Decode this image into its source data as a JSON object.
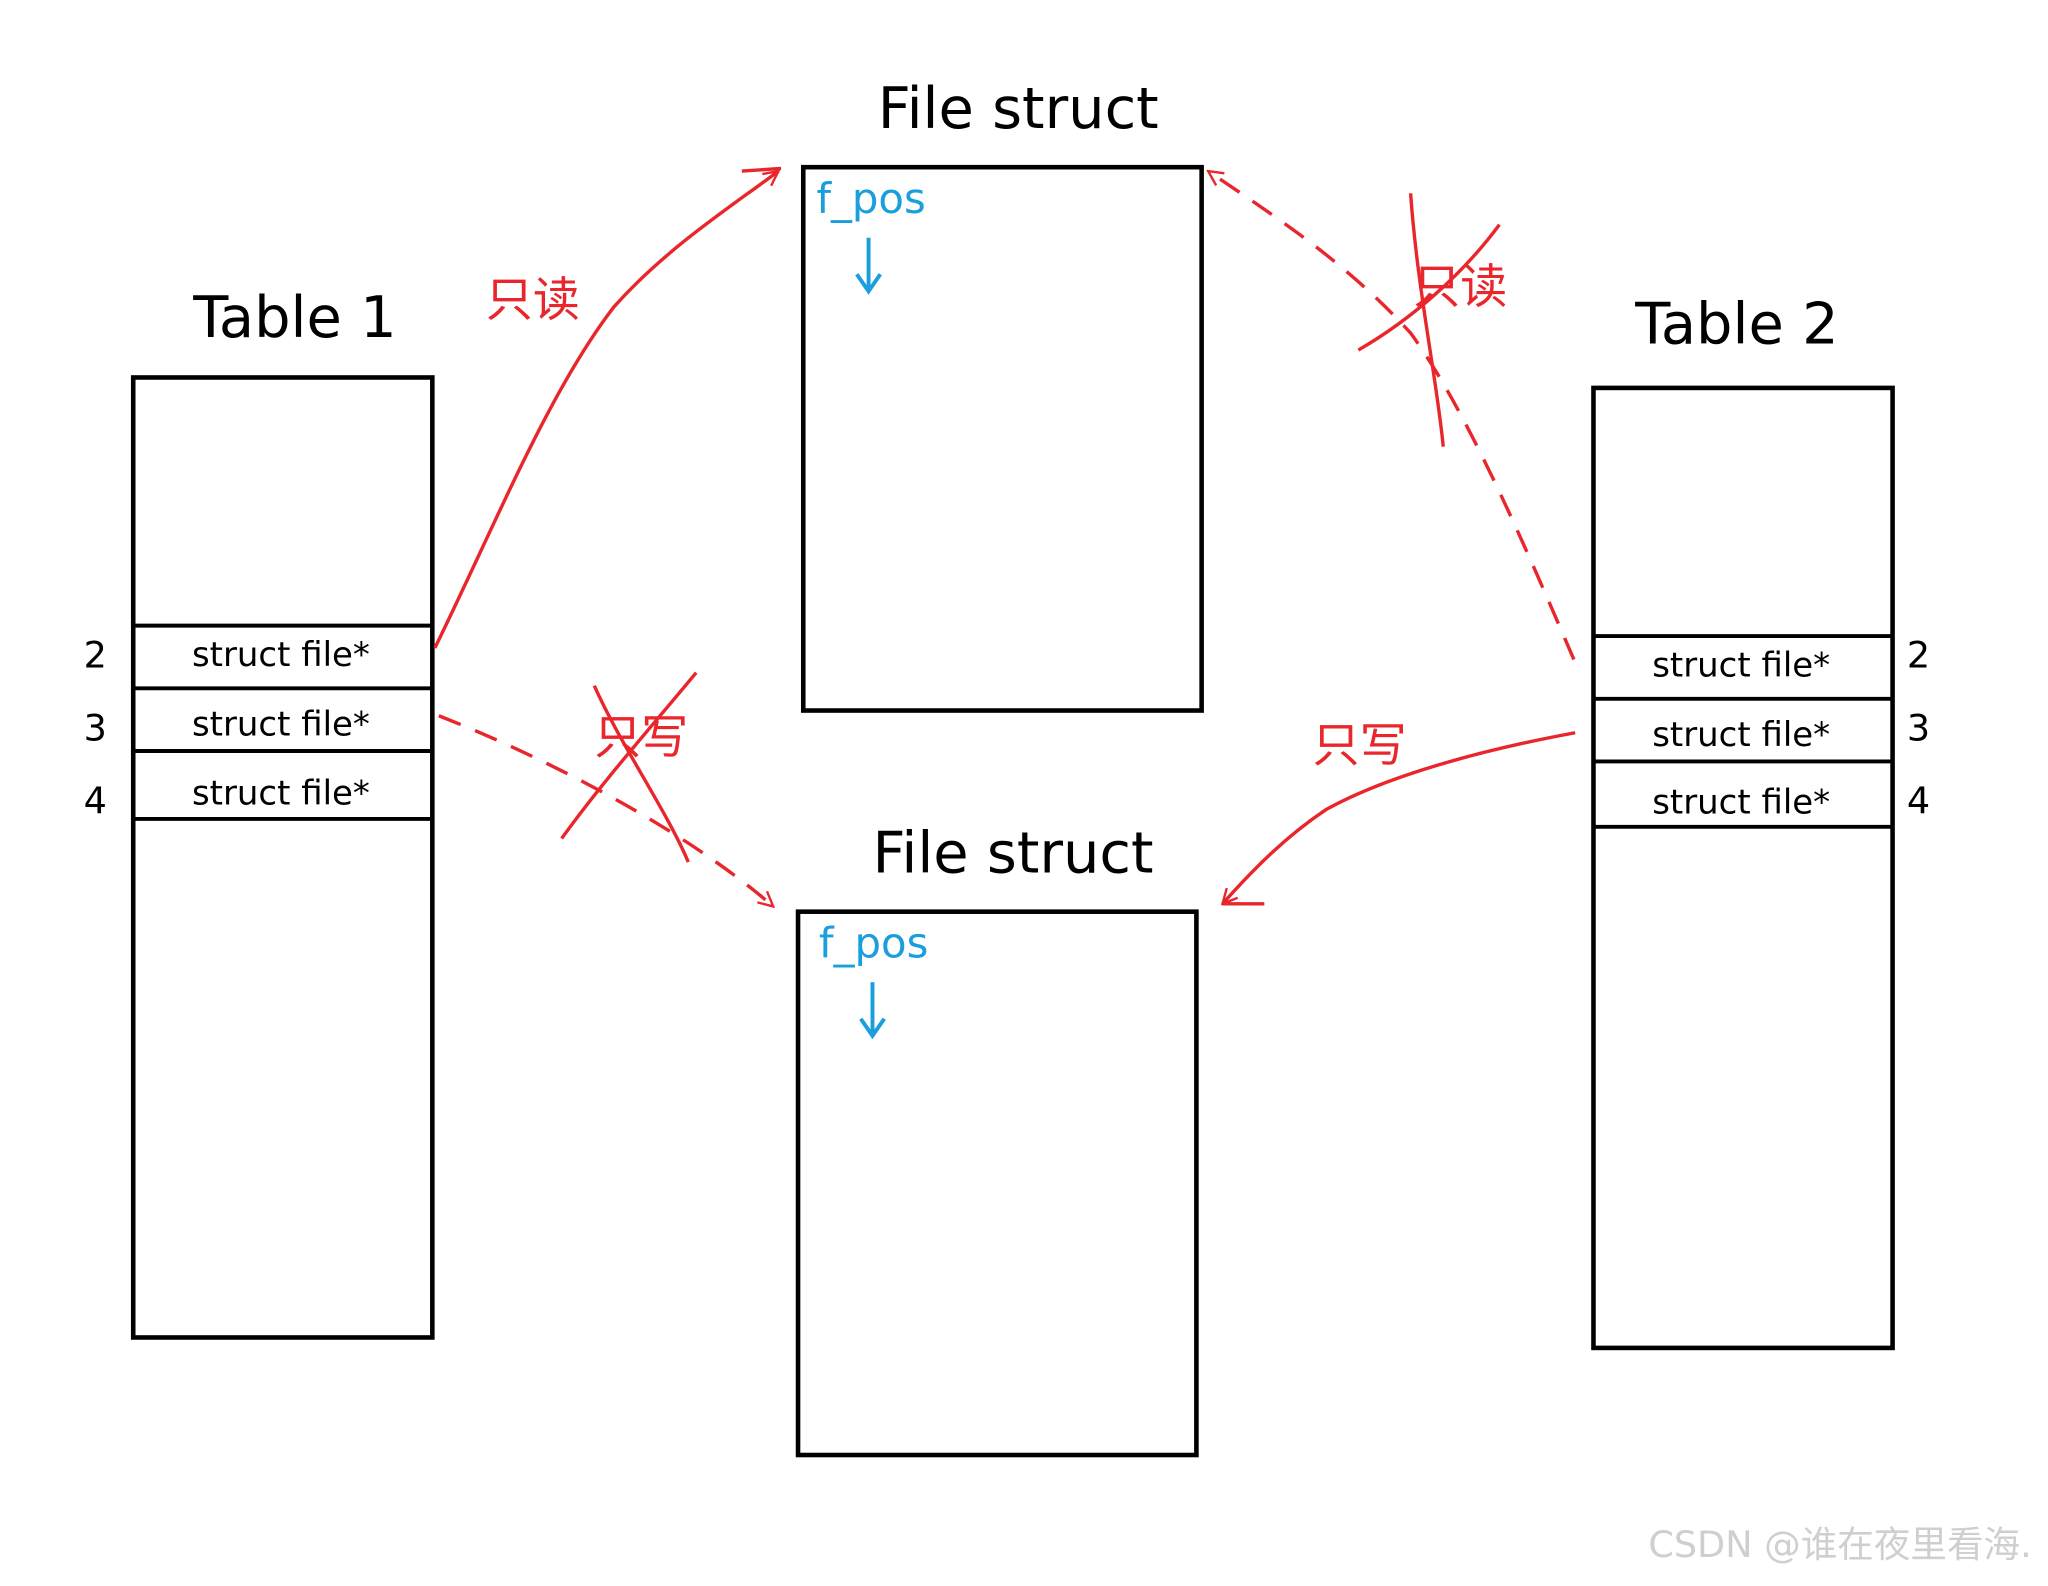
{
  "table1": {
    "title": "Table 1",
    "rows": [
      {
        "index": "2",
        "label": "struct file*"
      },
      {
        "index": "3",
        "label": "struct file*"
      },
      {
        "index": "4",
        "label": "struct file*"
      }
    ]
  },
  "table2": {
    "title": "Table 2",
    "rows": [
      {
        "index": "2",
        "label": "struct file*"
      },
      {
        "index": "3",
        "label": "struct file*"
      },
      {
        "index": "4",
        "label": "struct file*"
      }
    ]
  },
  "file_struct_top": {
    "title": "File struct",
    "field": "f_pos"
  },
  "file_struct_bottom": {
    "title": "File struct",
    "field": "f_pos"
  },
  "arrow_labels": {
    "t1_read": "只读",
    "t1_write": "只写",
    "t2_read": "只读",
    "t2_write": "只写"
  },
  "watermark": "CSDN @谁在夜里看海.",
  "colors": {
    "arrow": "#e8262b",
    "fpos": "#1a9fdc",
    "outline": "#000000"
  }
}
